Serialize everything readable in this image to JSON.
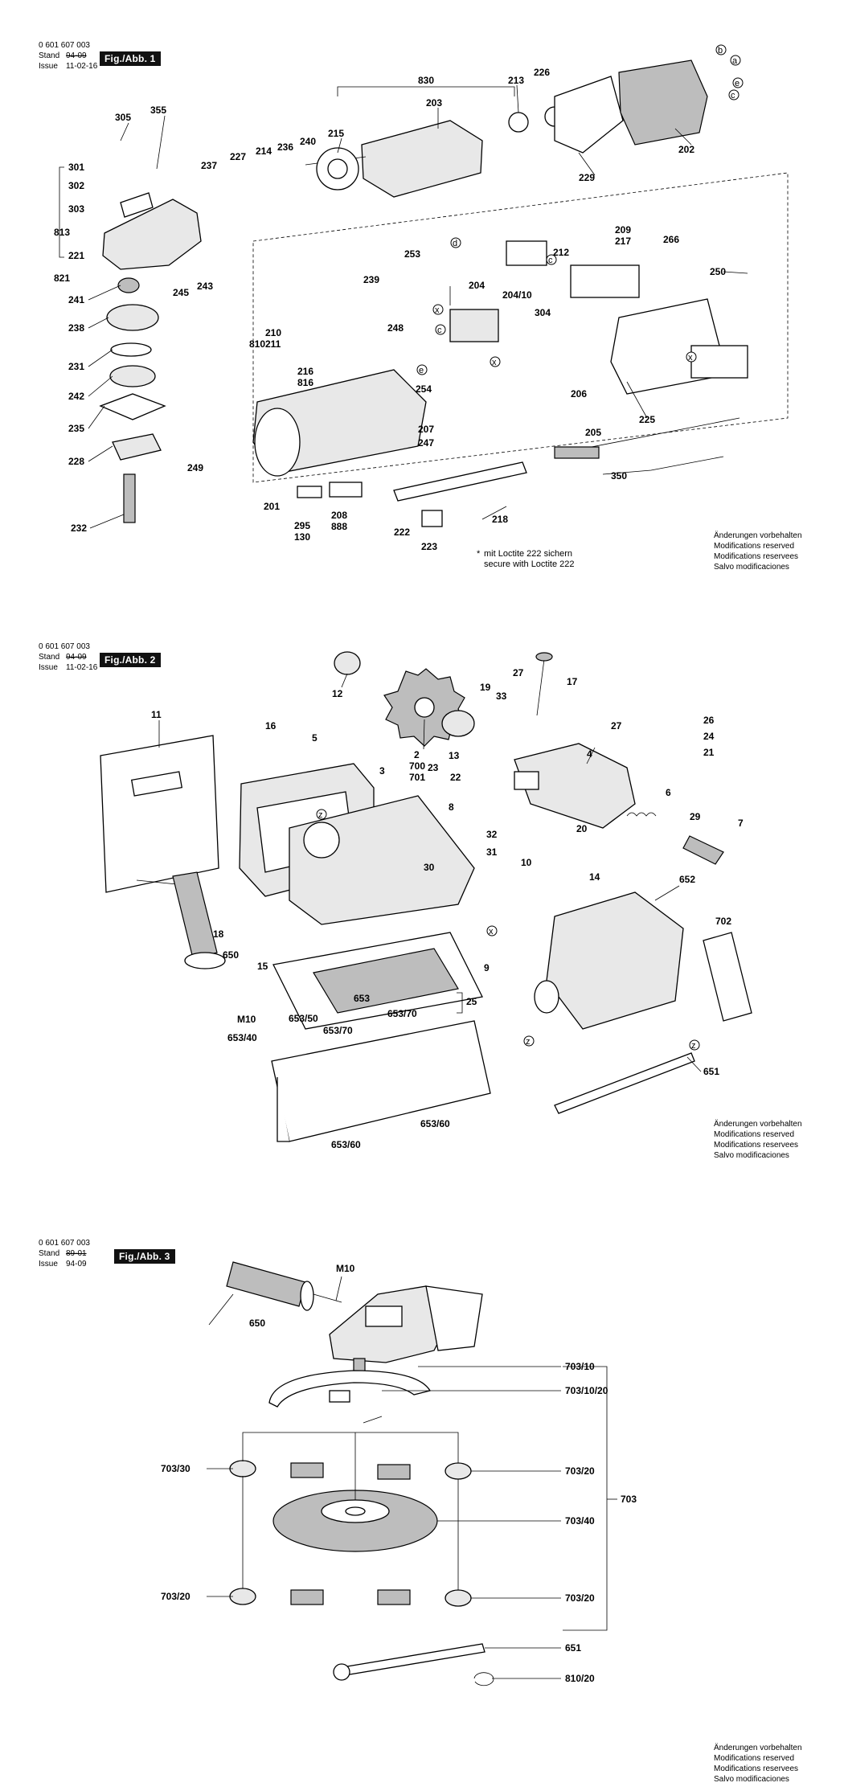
{
  "sections": [
    {
      "doc_code": "0 601 607 003",
      "stand_label": "Stand",
      "stand_value": "94-09",
      "issue_label": "Issue",
      "issue_value": "11-02-16",
      "figure_label": "Fig./Abb. 1",
      "note_lines": [
        "Änderungen vorbehalten",
        "Modifications reserved",
        "Modifications reservees",
        "Salvo modificaciones"
      ],
      "loctite_lines": [
        "mit Loctite 222 sichern",
        "secure with Loctite 222"
      ]
    },
    {
      "doc_code": "0 601 607 003",
      "stand_label": "Stand",
      "stand_value": "94-09",
      "issue_label": "Issue",
      "issue_value": "11-02-16",
      "figure_label": "Fig./Abb. 2",
      "note_lines": [
        "Änderungen vorbehalten",
        "Modifications reserved",
        "Modifications reservees",
        "Salvo modificaciones"
      ]
    },
    {
      "doc_code": "0 601 607 003",
      "stand_label": "Stand",
      "stand_value": "89-01",
      "issue_label": "Issue",
      "issue_value": "94-09",
      "figure_label": "Fig./Abb. 3",
      "note_lines": [
        "Änderungen vorbehalten",
        "Modifications reserved",
        "Modifications reservees",
        "Salvo modificaciones"
      ]
    }
  ],
  "fig1": {
    "labels": [
      "830",
      "213",
      "226",
      "203",
      "215",
      "240",
      "236",
      "214",
      "227",
      "237",
      "305",
      "355",
      "301",
      "302",
      "303",
      "813",
      "221",
      "821",
      "202",
      "229",
      "209",
      "217",
      "266",
      "212",
      "253",
      "239",
      "204",
      "204/10",
      "304",
      "250",
      "245",
      "243",
      "241",
      "238",
      "231",
      "242",
      "235",
      "228",
      "249",
      "232",
      "810",
      "210",
      "211",
      "248",
      "216",
      "816",
      "254",
      "206",
      "225",
      "201",
      "207",
      "247",
      "205",
      "350",
      "295",
      "130",
      "208",
      "888",
      "222",
      "218",
      "223"
    ],
    "circle_letters": [
      "b",
      "a",
      "c",
      "e",
      "d",
      "c",
      "x",
      "c",
      "e",
      "x",
      "x"
    ]
  },
  "fig2": {
    "labels": [
      "12",
      "2",
      "700",
      "701",
      "13",
      "19",
      "33",
      "27",
      "17",
      "11",
      "16",
      "5",
      "3",
      "23",
      "22",
      "8",
      "32",
      "31",
      "30",
      "10",
      "18",
      "650",
      "15",
      "M10",
      "653",
      "653/50",
      "653/70",
      "653/70",
      "25",
      "9",
      "653/40",
      "653/60",
      "653/60",
      "4",
      "27",
      "26",
      "24",
      "21",
      "20",
      "6",
      "29",
      "7",
      "14",
      "652",
      "702",
      "651"
    ],
    "circle_letters": [
      "z",
      "x",
      "z",
      "z"
    ]
  },
  "fig3": {
    "labels": [
      "M10",
      "650",
      "703/10",
      "703/10/20",
      "703/30",
      "703/20",
      "703",
      "703/40",
      "703/20",
      "703/20",
      "651",
      "810/20"
    ]
  }
}
